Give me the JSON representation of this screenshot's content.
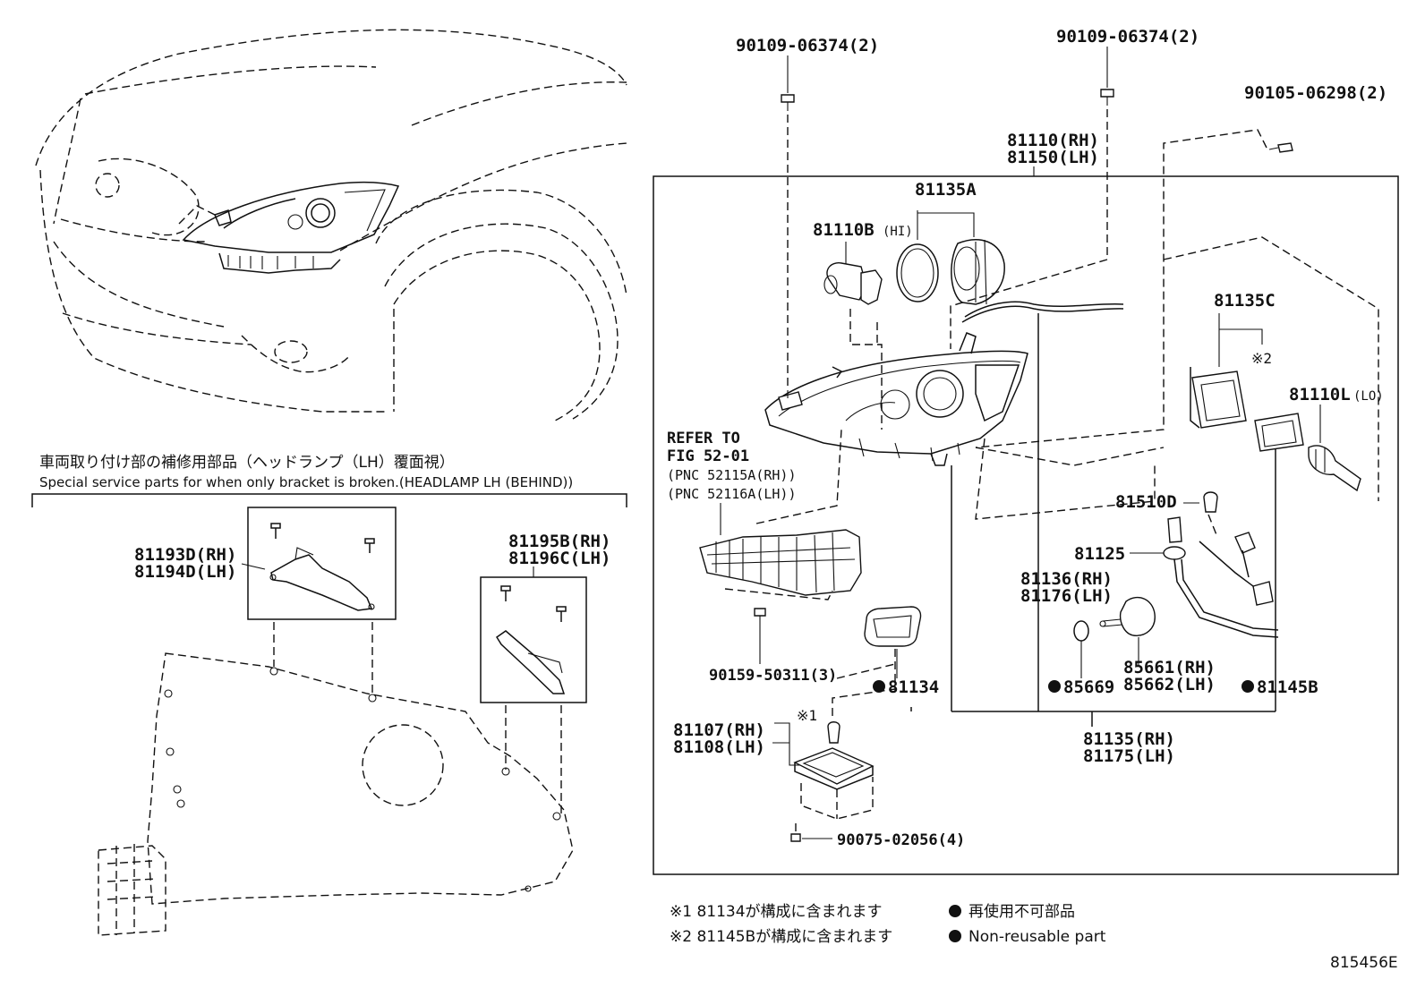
{
  "diagram_id": "815456E",
  "special_parts": {
    "heading_jp": "車両取り付け部の補修用部品（ヘッドランプ（LH）覆面視）",
    "heading_en": "Special service parts for when only bracket is broken.(HEADLAMP LH (BEHIND))"
  },
  "refer": {
    "line1": "REFER TO",
    "line2": "FIG 52-01",
    "line3": "(PNC 52115A(RH))",
    "line4": "(PNC 52116A(LH))"
  },
  "labels": {
    "p90109_a": "90109-06374(2)",
    "p90109_b": "90109-06374(2)",
    "p90105": "90105-06298(2)",
    "p81110_rh": "81110(RH)",
    "p81150_lh": "81150(LH)",
    "p81135A": "81135A",
    "p81110B": "81110B",
    "p81110B_sub": "(HI)",
    "p81135C": "81135C",
    "p81135C_mark": "※2",
    "p81110L": "81110L",
    "p81110L_sub": "(LO)",
    "p81510D": "81510D",
    "p81125": "81125",
    "p81136_rh": "81136(RH)",
    "p81176_lh": "81176(LH)",
    "p85661_rh": "85661(RH)",
    "p85662_lh": "85662(LH)",
    "p85669": "85669",
    "p81145B": "81145B",
    "p81134": "81134",
    "p90159": "90159-50311(3)",
    "p81107_rh": "81107(RH)",
    "p81108_lh": "81108(LH)",
    "p81107_mark": "※1",
    "p81135_rh": "81135(RH)",
    "p81175_lh": "81175(LH)",
    "p90075": "90075-02056(4)",
    "p81193D": "81193D(RH)",
    "p81194D": "81194D(LH)",
    "p81195B": "81195B(RH)",
    "p81196C": "81196C(LH)"
  },
  "footnotes": {
    "note1": "※1 81134が構成に含まれます",
    "note2": "※2 81145Bが構成に含まれます",
    "legend_jp": "再使用不可部品",
    "legend_en": "Non-reusable part"
  }
}
